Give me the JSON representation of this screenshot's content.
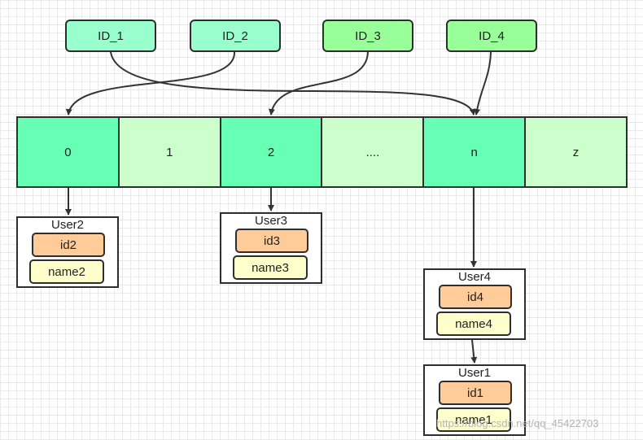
{
  "keys": [
    "ID_1",
    "ID_2",
    "ID_3",
    "ID_4"
  ],
  "slots": [
    "0",
    "1",
    "2",
    "....",
    "n",
    "z"
  ],
  "users": {
    "user2": {
      "title": "User2",
      "id": "id2",
      "name": "name2"
    },
    "user3": {
      "title": "User3",
      "id": "id3",
      "name": "name3"
    },
    "user4": {
      "title": "User4",
      "id": "id4",
      "name": "name4"
    },
    "user1": {
      "title": "User1",
      "id": "id1",
      "name": "name1"
    }
  },
  "colors": {
    "key_teal": "#99ffcc",
    "key_green": "#99ff99",
    "slot_occupied": "#66ffb3",
    "slot_empty": "#ccffcc",
    "id_field": "#ffcc99",
    "name_field": "#ffffcc",
    "stroke": "#2e2e2e"
  },
  "watermark": "https://blog.csdn.net/qq_45422703"
}
